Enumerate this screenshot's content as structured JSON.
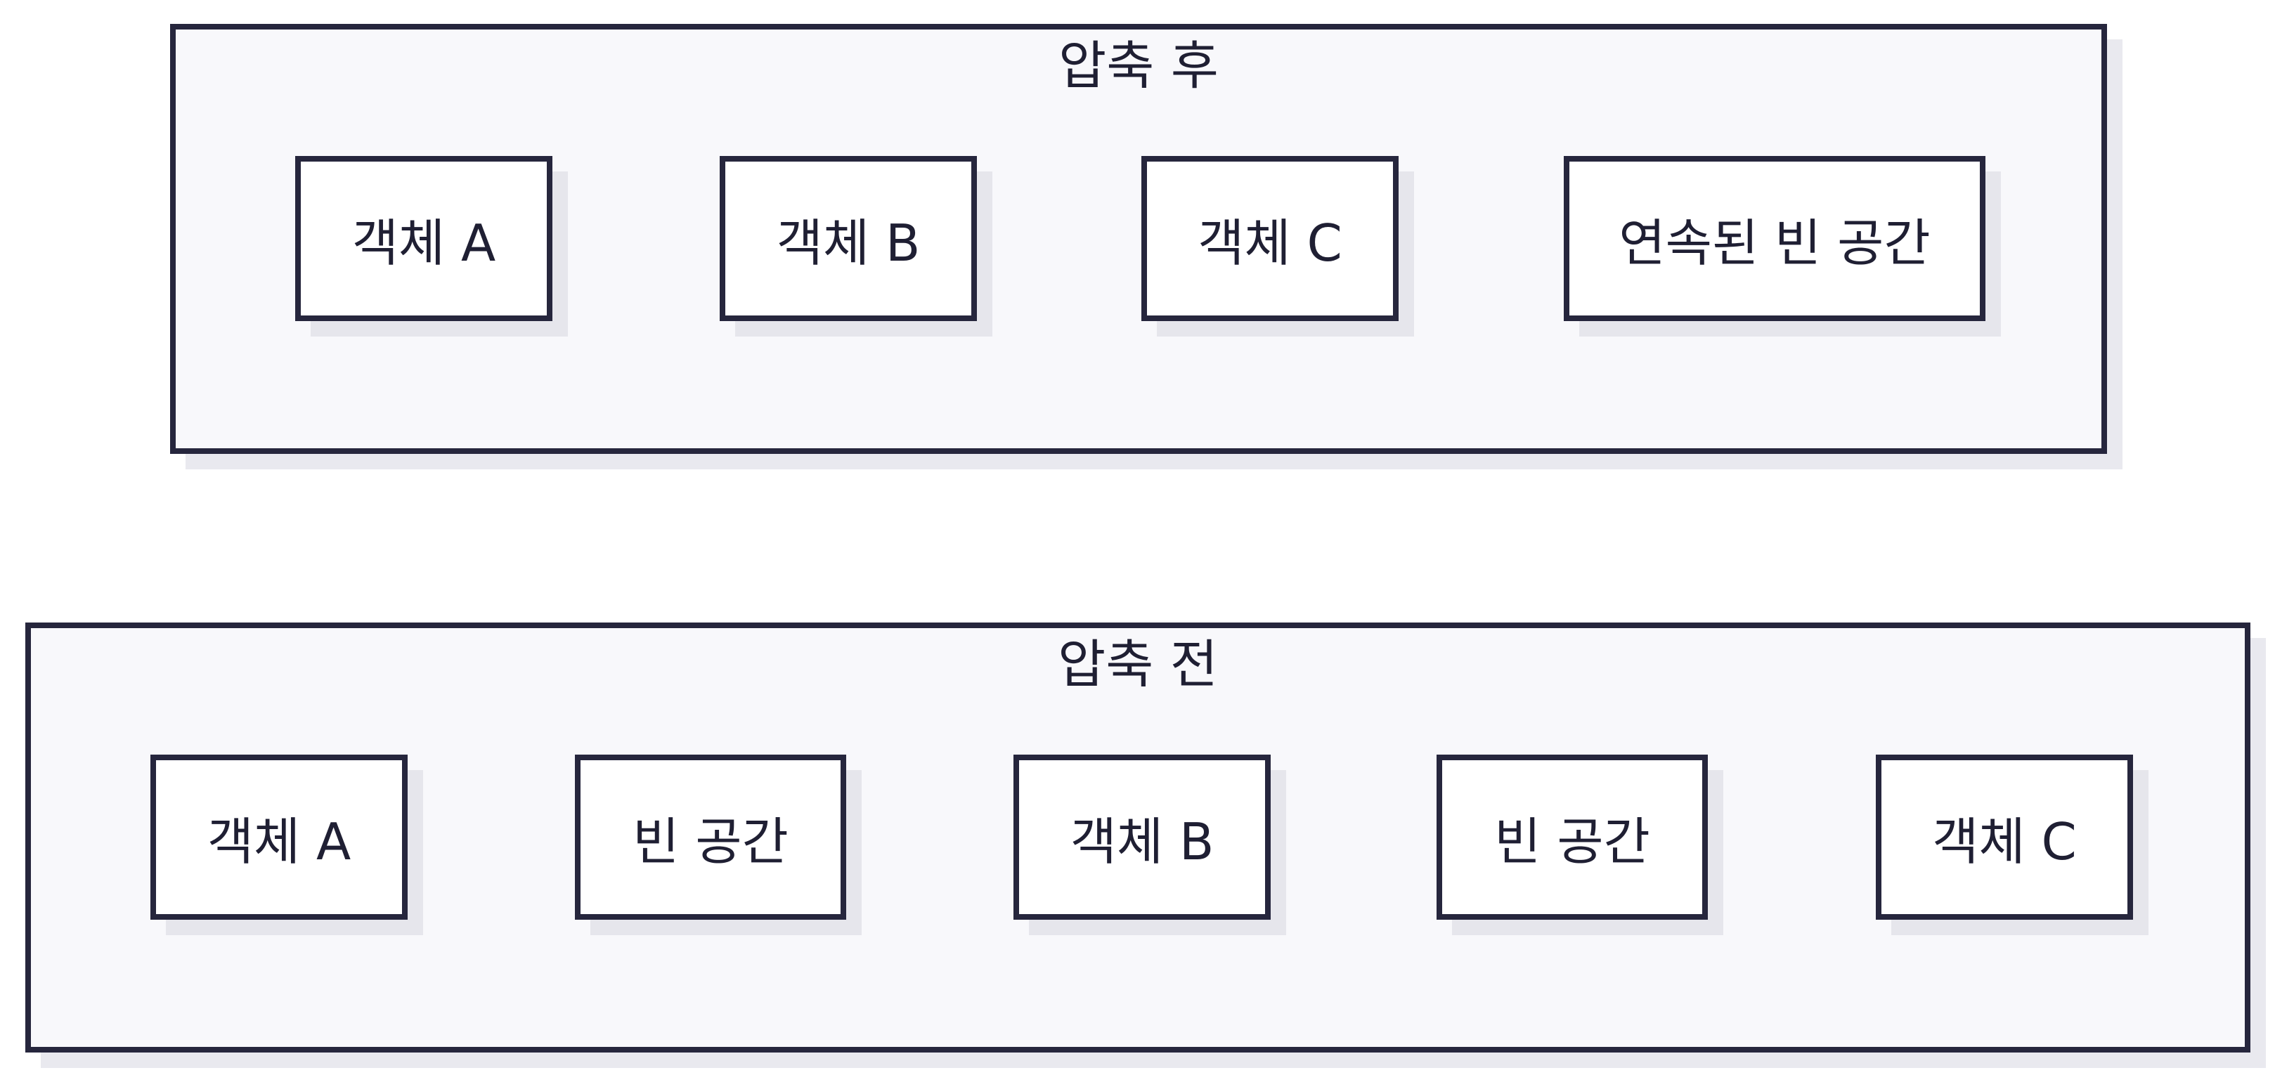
{
  "after_group": {
    "title": "압축 후",
    "nodes": [
      {
        "label": "객체 A"
      },
      {
        "label": "객체 B"
      },
      {
        "label": "객체 C"
      },
      {
        "label": "연속된 빈 공간"
      }
    ]
  },
  "before_group": {
    "title": "압축 전",
    "nodes": [
      {
        "label": "객체 A"
      },
      {
        "label": "빈 공간"
      },
      {
        "label": "객체 B"
      },
      {
        "label": "빈 공간"
      },
      {
        "label": "객체 C"
      }
    ]
  }
}
